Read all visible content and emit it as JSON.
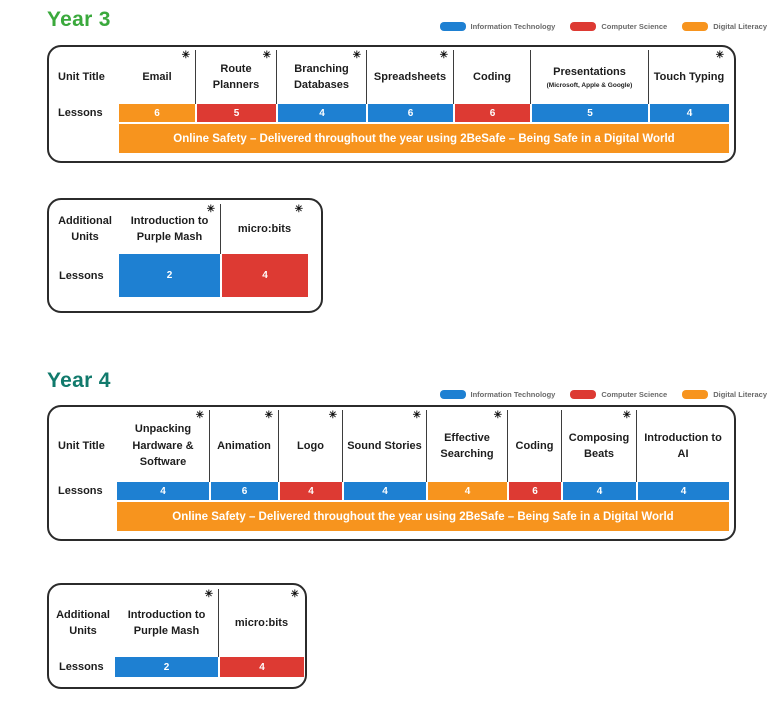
{
  "palette": {
    "information_technology": "#1e80d2",
    "computer_science": "#dd3a33",
    "digital_literacy": "#f7941e"
  },
  "labels": {
    "unit_title": "Unit Title",
    "lessons": "Lessons",
    "additional_units": "Additional Units",
    "asterisk": "✳"
  },
  "legend": {
    "items": [
      {
        "label": "Information Technology",
        "color": "#1e80d2"
      },
      {
        "label": "Computer Science",
        "color": "#dd3a33"
      },
      {
        "label": "Digital Literacy",
        "color": "#f7941e"
      }
    ]
  },
  "online_safety": "Online Safety – Delivered throughout the year using 2BeSafe – Being Safe in a Digital World",
  "year3": {
    "heading": "Year 3",
    "heading_color": "#3aa93c",
    "units": [
      {
        "title": "Email",
        "flagged": true,
        "lessons": "6",
        "category": "Digital Literacy",
        "color": "#f7941e"
      },
      {
        "title": "Route Planners",
        "flagged": true,
        "lessons": "5",
        "category": "Computer Science",
        "color": "#dd3a33"
      },
      {
        "title": "Branching Databases",
        "flagged": true,
        "lessons": "4",
        "category": "Information Technology",
        "color": "#1e80d2"
      },
      {
        "title": "Spreadsheets",
        "flagged": true,
        "lessons": "6",
        "category": "Information Technology",
        "color": "#1e80d2"
      },
      {
        "title": "Coding",
        "flagged": false,
        "lessons": "6",
        "category": "Computer Science",
        "color": "#dd3a33"
      },
      {
        "title": "Presentations",
        "subtitle": "(Microsoft, Apple & Google)",
        "flagged": false,
        "lessons": "5",
        "category": "Information Technology",
        "color": "#1e80d2"
      },
      {
        "title": "Touch Typing",
        "flagged": true,
        "lessons": "4",
        "category": "Information Technology",
        "color": "#1e80d2"
      }
    ],
    "additional": [
      {
        "title": "Introduction to Purple Mash",
        "flagged": true,
        "lessons": "2",
        "category": "Information Technology",
        "color": "#1e80d2"
      },
      {
        "title": "micro:bits",
        "flagged": true,
        "lessons": "4",
        "category": "Computer Science",
        "color": "#dd3a33"
      }
    ]
  },
  "year4": {
    "heading": "Year 4",
    "heading_color": "#117a6c",
    "units": [
      {
        "title": "Unpacking Hardware & Software",
        "flagged": true,
        "lessons": "4",
        "category": "Information Technology",
        "color": "#1e80d2"
      },
      {
        "title": "Animation",
        "flagged": true,
        "lessons": "6",
        "category": "Information Technology",
        "color": "#1e80d2"
      },
      {
        "title": "Logo",
        "flagged": true,
        "lessons": "4",
        "category": "Computer Science",
        "color": "#dd3a33"
      },
      {
        "title": "Sound Stories",
        "flagged": true,
        "lessons": "4",
        "category": "Information Technology",
        "color": "#1e80d2"
      },
      {
        "title": "Effective Searching",
        "flagged": true,
        "lessons": "4",
        "category": "Digital Literacy",
        "color": "#f7941e"
      },
      {
        "title": "Coding",
        "flagged": false,
        "lessons": "6",
        "category": "Computer Science",
        "color": "#dd3a33"
      },
      {
        "title": "Composing Beats",
        "flagged": true,
        "lessons": "4",
        "category": "Information Technology",
        "color": "#1e80d2"
      },
      {
        "title": "Introduction to AI",
        "flagged": false,
        "lessons": "4",
        "category": "Information Technology",
        "color": "#1e80d2"
      }
    ],
    "additional": [
      {
        "title": "Introduction to Purple Mash",
        "flagged": true,
        "lessons": "2",
        "category": "Information Technology",
        "color": "#1e80d2"
      },
      {
        "title": "micro:bits",
        "flagged": true,
        "lessons": "4",
        "category": "Computer Science",
        "color": "#dd3a33"
      }
    ]
  }
}
